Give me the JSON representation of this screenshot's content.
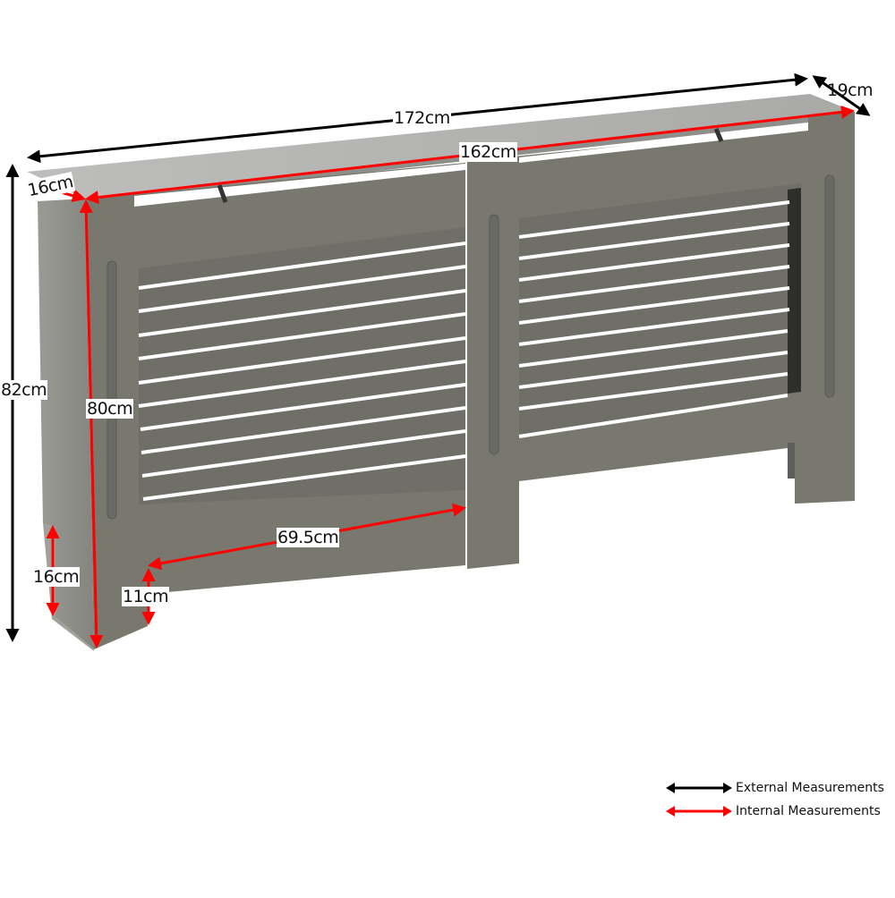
{
  "diagram": {
    "subject": "Radiator cover",
    "colors": {
      "panel": "#76766f",
      "panel_dark": "#5e5e58",
      "side": "#8a8a85",
      "top": "#b5b5b3",
      "slot": "#ffffff",
      "external_arrow": "#000000",
      "internal_arrow": "#ff0000"
    },
    "dimensions": {
      "external": {
        "width": "172cm",
        "depth": "19cm",
        "height": "82cm",
        "foot_height": "16cm"
      },
      "internal": {
        "width": "162cm",
        "depth": "16cm",
        "height": "80cm",
        "gap_width": "69.5cm",
        "gap_height": "11cm"
      }
    },
    "legend": [
      {
        "label": "External Measurements",
        "color": "#000000"
      },
      {
        "label": "Internal Measurements",
        "color": "#ff0000"
      }
    ]
  }
}
